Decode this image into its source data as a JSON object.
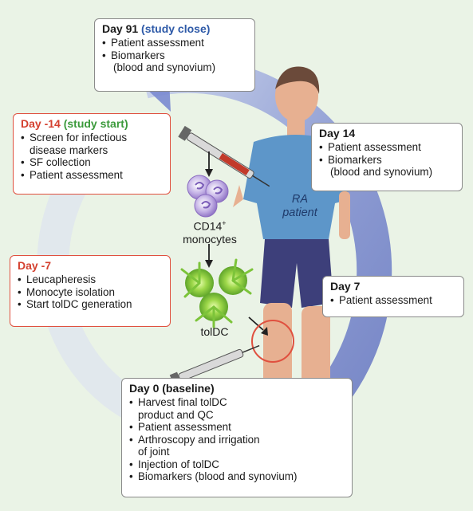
{
  "colors": {
    "background": "#eaf3e6",
    "cycle_arrow": "#6e7fc6",
    "box_border_gray": "#8a8a8a",
    "box_border_red": "#e0503f",
    "study_close": "#2e5aa8",
    "study_start": "#3b9a3b",
    "day_red": "#d4402f",
    "shirt": "#5d96c9",
    "shorts": "#3d3f7a",
    "skin": "#e7b091",
    "monocyte": "#a58ad0",
    "toidc": "#8fd13a"
  },
  "icons": [
    "syringe-icon",
    "syringe-icon",
    "monocyte-cells-icon",
    "toidc-cells-icon",
    "knee-joint-circle-icon",
    "patient-figure"
  ],
  "boxes": {
    "day91": {
      "day": "Day 91",
      "note": "(study close)",
      "items": [
        "Patient assessment",
        "Biomarkers",
        "(blood and synovium)"
      ]
    },
    "day_minus14": {
      "day": "Day -14",
      "note": "(study start)",
      "items": [
        "Screen for infectious",
        "disease markers",
        "SF collection",
        "Patient assessment"
      ]
    },
    "day14": {
      "day": "Day 14",
      "items": [
        "Patient assessment",
        "Biomarkers",
        "(blood and synovium)"
      ]
    },
    "day_minus7": {
      "day": "Day -7",
      "items": [
        "Leucapheresis",
        "Monocyte isolation",
        "Start tolDC generation"
      ]
    },
    "day7": {
      "day": "Day 7",
      "items": [
        "Patient assessment"
      ]
    },
    "day0": {
      "day": "Day 0 (baseline)",
      "items": [
        "Harvest final tolDC",
        "product and QC",
        "Patient assessment",
        "Arthroscopy and irrigation",
        "of joint",
        "Injection of tolDC",
        "Biomarkers (blood and synovium)"
      ]
    }
  },
  "labels": {
    "cd14": "CD14",
    "cd14_sup": "+",
    "monocytes": "monocytes",
    "toldc": "tolDC",
    "patient_line1": "RA",
    "patient_line2": "patient"
  }
}
